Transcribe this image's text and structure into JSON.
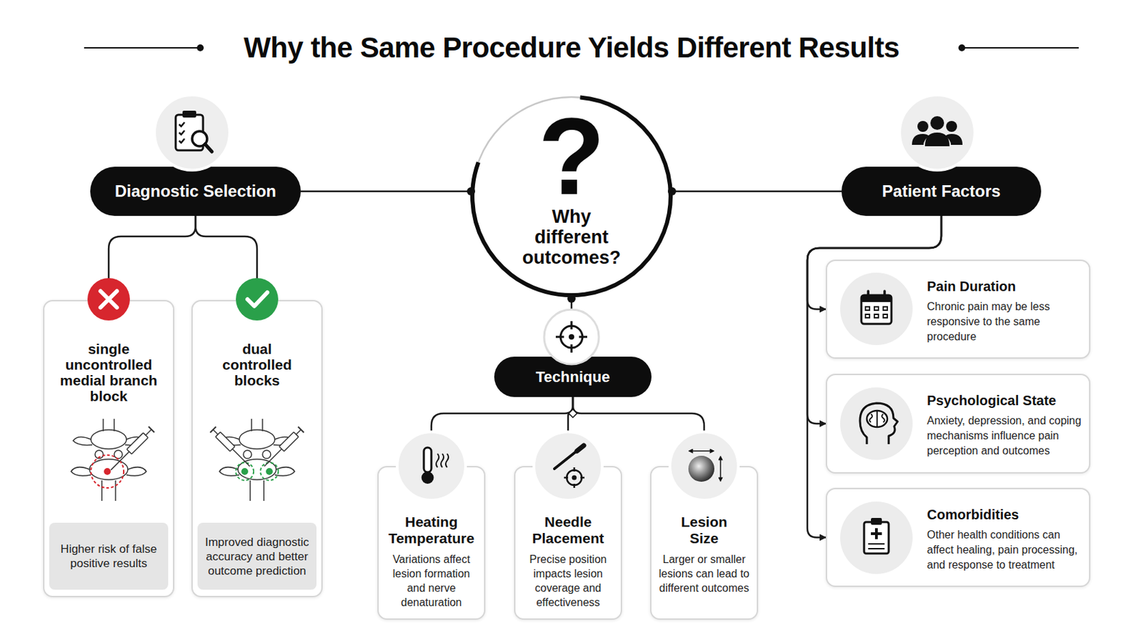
{
  "diagram": {
    "title": "Why the Same Procedure Yields Different Results",
    "nodes": [
      {
        "text": [
          "Diagnostic Selection"
        ]
      },
      {
        "text": [
          "?",
          "Why different outcomes?"
        ]
      },
      {
        "text": [
          "Patient Factors"
        ]
      },
      {
        "text": [
          "single uncontrolled medial branch block"
        ]
      },
      {
        "text": [
          "Higher risk of false positive results"
        ],
        "in": 3
      },
      {
        "text": [
          "dual controlled blocks"
        ]
      },
      {
        "text": [
          "Improved diagnostic accuracy and better outcome prediction"
        ],
        "in": 5
      },
      {
        "text": [
          "Technique"
        ]
      },
      {
        "text": [
          "Heating Temperature",
          "Variations affect lesion formation and nerve denaturation"
        ]
      },
      {
        "text": [
          "Needle Placement",
          "Precise position impacts lesion coverage and effectiveness"
        ]
      },
      {
        "text": [
          "Lesion Size",
          "Larger or smaller lesions can lead to different outcomes"
        ]
      },
      {
        "text": [
          "Pain Duration",
          "Chronic pain may be less responsive to the same procedure"
        ]
      },
      {
        "text": [
          "Psychological State",
          "Anxiety, depression, and coping mechanisms influence pain perception and outcomes"
        ]
      },
      {
        "text": [
          "Comorbidities",
          "Other health conditions can affect healing, pain processing, and response to treatment"
        ]
      }
    ],
    "edges": [
      {
        "from": 0,
        "to": 1,
        "arrow": "none"
      },
      {
        "from": 1,
        "to": 2,
        "arrow": "none"
      },
      {
        "from": 1,
        "to": 7,
        "arrow": "none"
      },
      {
        "from": 0,
        "to": 3,
        "arrow": "none"
      },
      {
        "from": 0,
        "to": 5,
        "arrow": "none"
      },
      {
        "from": 7,
        "to": 8,
        "arrow": "none"
      },
      {
        "from": 7,
        "to": 9,
        "arrow": "none"
      },
      {
        "from": 7,
        "to": 10,
        "arrow": "none"
      },
      {
        "from": 2,
        "to": 11,
        "arrow": "to"
      },
      {
        "from": 2,
        "to": 12,
        "arrow": "to"
      },
      {
        "from": 2,
        "to": 13,
        "arrow": "to"
      }
    ]
  }
}
